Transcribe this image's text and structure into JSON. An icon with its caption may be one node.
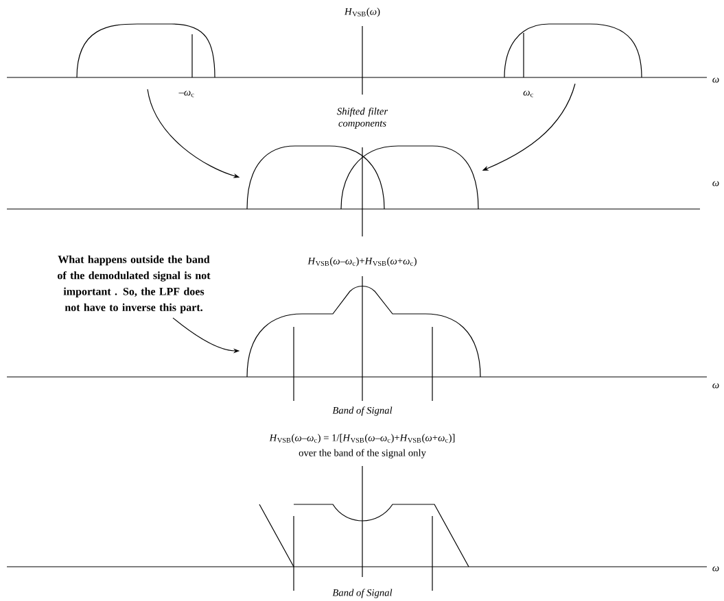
{
  "diagram": {
    "nodes": [
      {
        "text": [],
        "shape": "curve",
        "beside": [
          "–*ω*$_{c}$"
        ]
      },
      {
        "text": [],
        "shape": "curve",
        "beside": [
          "*ω*$_{c}$"
        ]
      },
      {
        "text": [],
        "shape": "curve"
      },
      {
        "text": [],
        "shape": "curve"
      },
      {
        "text": [
          "What happens outside the band of the demodulated signal is not important . So, the LPF does not have to inverse this part."
        ]
      },
      {
        "text": [],
        "shape": "curve"
      }
    ],
    "edges": [
      {
        "from": 0,
        "to": 2,
        "arrow": "to"
      },
      {
        "from": 1,
        "to": 3,
        "arrow": "to"
      },
      {
        "from": 4,
        "to": 5,
        "arrow": "to"
      }
    ],
    "labels": [
      "*H*$_{VSB}$(*ω*)",
      "ω",
      "Shifted filter components",
      "ω",
      "*H*$_{VSB}$(*ω*–*ω*$_{c}$)+*H*$_{VSB}$(*ω*+*ω*$_{c}$)",
      "ω",
      "Band of Signal",
      "*H*$_{VSB}$(*ω*–*ω*$_{c}$) = 1/[*H*$_{VSB}$(*ω*–*ω*$_{c}$)+*H*$_{VSB}$(*ω*+*ω*$_{c}$)]",
      "over the band of the signal only",
      "ω",
      "Band of Signal"
    ]
  }
}
